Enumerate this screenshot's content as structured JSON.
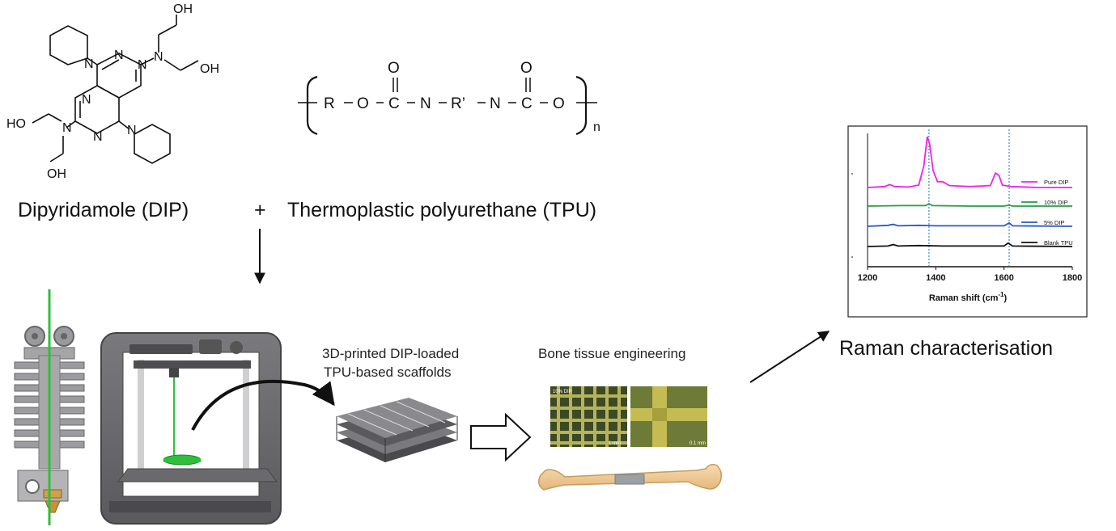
{
  "labels": {
    "dip": "Dipyridamole (DIP)",
    "plus": "+",
    "tpu": "Thermoplastic polyurethane (TPU)",
    "scaffold_line1": "3D-printed DIP-loaded",
    "scaffold_line2": "TPU-based scaffolds",
    "bone": "Bone tissue engineering",
    "raman": "Raman characterisation",
    "micro_label": "10% DIP",
    "scale1": "1 mm",
    "scale2": "0.1 mm"
  },
  "dip_structure": {
    "oh_top": "OH",
    "oh_right": "OH",
    "oh_left": "HO",
    "oh_bottom": "OH",
    "n_atoms": [
      "N",
      "N",
      "N",
      "N",
      "N",
      "N",
      "N",
      "N"
    ]
  },
  "tpu_structure": {
    "chain": [
      "R",
      "O",
      "C",
      "N",
      "R’",
      "N",
      "C",
      "O"
    ],
    "oxygen": "O",
    "subscript": "n"
  },
  "chart_data": {
    "type": "line",
    "xlabel": "Raman shift  (cm",
    "xlabel_sup": "-1",
    "xlabel_end": ")",
    "ylabel": "",
    "xlim": [
      1200,
      1800
    ],
    "xticks": [
      1200,
      1400,
      1600,
      1800
    ],
    "vlines": [
      1380,
      1615
    ],
    "legend_position": "right",
    "series": [
      {
        "name": "Pure DIP",
        "color": "#ee22ee",
        "offset": 3,
        "points": [
          [
            1200,
            0
          ],
          [
            1250,
            0.02
          ],
          [
            1265,
            0.06
          ],
          [
            1280,
            0.02
          ],
          [
            1320,
            0.01
          ],
          [
            1350,
            0.05
          ],
          [
            1365,
            0.45
          ],
          [
            1375,
            1.05
          ],
          [
            1382,
            0.9
          ],
          [
            1392,
            0.35
          ],
          [
            1405,
            0.12
          ],
          [
            1420,
            0.12
          ],
          [
            1440,
            0.04
          ],
          [
            1500,
            0.02
          ],
          [
            1560,
            0.04
          ],
          [
            1575,
            0.3
          ],
          [
            1585,
            0.25
          ],
          [
            1595,
            0.05
          ],
          [
            1620,
            0.02
          ],
          [
            1700,
            0
          ],
          [
            1800,
            0
          ]
        ]
      },
      {
        "name": "10% DIP",
        "color": "#22a040",
        "offset": 2,
        "points": [
          [
            1200,
            0
          ],
          [
            1300,
            0.01
          ],
          [
            1370,
            0.01
          ],
          [
            1380,
            0.05
          ],
          [
            1390,
            0.01
          ],
          [
            1500,
            0
          ],
          [
            1600,
            0
          ],
          [
            1615,
            0.02
          ],
          [
            1625,
            0
          ],
          [
            1800,
            0
          ]
        ]
      },
      {
        "name": "5% DIP",
        "color": "#2a57c8",
        "offset": 1,
        "points": [
          [
            1200,
            0
          ],
          [
            1260,
            0.02
          ],
          [
            1275,
            0.04
          ],
          [
            1290,
            0.01
          ],
          [
            1350,
            0.02
          ],
          [
            1400,
            0.01
          ],
          [
            1500,
            0.01
          ],
          [
            1600,
            0.01
          ],
          [
            1615,
            0.07
          ],
          [
            1625,
            0.01
          ],
          [
            1800,
            0
          ]
        ]
      },
      {
        "name": "Blank TPU",
        "color": "#111111",
        "offset": 0,
        "points": [
          [
            1200,
            0
          ],
          [
            1260,
            0.01
          ],
          [
            1275,
            0.04
          ],
          [
            1290,
            0.01
          ],
          [
            1350,
            0.02
          ],
          [
            1420,
            0.01
          ],
          [
            1500,
            0.01
          ],
          [
            1600,
            0.01
          ],
          [
            1612,
            0.07
          ],
          [
            1625,
            0.01
          ],
          [
            1800,
            0
          ]
        ]
      }
    ]
  },
  "colors": {
    "printer": "#6f6f73",
    "filament": "#2fbf3a",
    "bone": "#f0cd9a",
    "arrow": "#111111"
  }
}
